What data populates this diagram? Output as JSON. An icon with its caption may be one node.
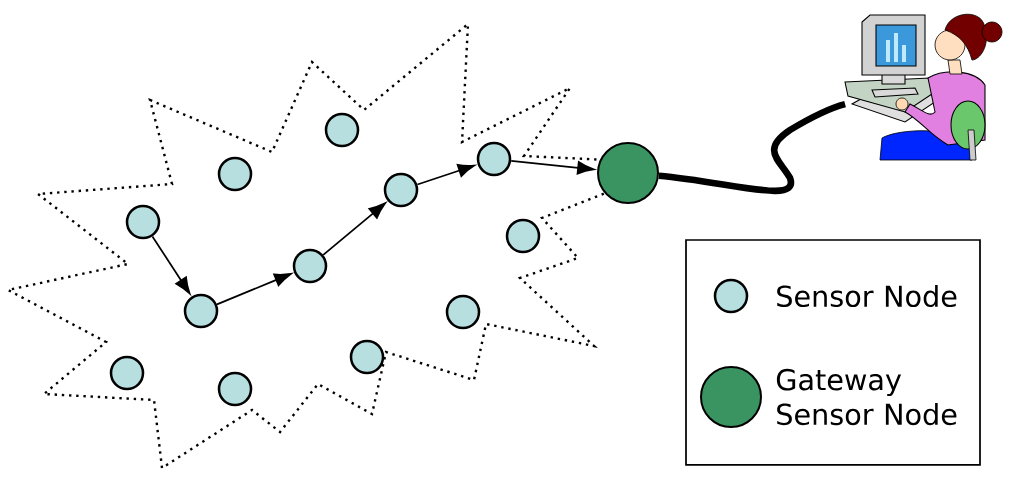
{
  "diagram": {
    "nodes": [
      {
        "text": [],
        "shape": "circle"
      },
      {
        "text": [],
        "shape": "circle"
      },
      {
        "text": [],
        "shape": "circle"
      },
      {
        "text": [],
        "shape": "circle"
      },
      {
        "text": [],
        "shape": "circle"
      },
      {
        "text": [],
        "shape": "circle"
      },
      {
        "text": [],
        "shape": "circle"
      },
      {
        "text": [],
        "shape": "circle"
      },
      {
        "text": [],
        "shape": "circle"
      },
      {
        "text": [],
        "shape": "circle"
      },
      {
        "text": [],
        "shape": "circle"
      },
      {
        "text": [],
        "shape": "circle"
      },
      {
        "text": [],
        "shape": "circle"
      },
      {
        "text": [],
        "shape": "picture"
      }
    ],
    "edges": [
      {
        "from": 1,
        "to": 2,
        "arrow": "to"
      },
      {
        "from": 2,
        "to": 5,
        "arrow": "to"
      },
      {
        "from": 5,
        "to": 8,
        "arrow": "to"
      },
      {
        "from": 8,
        "to": 10,
        "arrow": "to"
      },
      {
        "from": 10,
        "to": 12,
        "arrow": "to"
      },
      {
        "from": 12,
        "to": 13,
        "arrow": "none",
        "style": "thick"
      }
    ],
    "legend": [
      {
        "text": "Sensor Node",
        "color": "#b8dfe0"
      },
      {
        "text": "Gateway Sensor Node",
        "color": "#3a9462"
      }
    ]
  }
}
